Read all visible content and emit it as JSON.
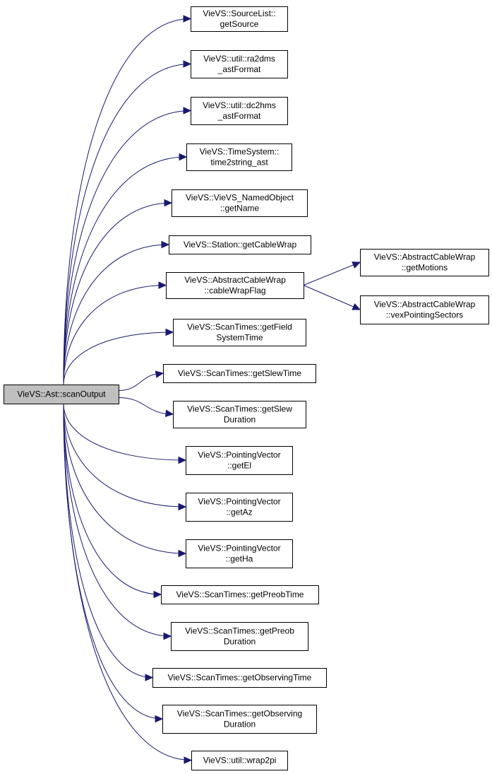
{
  "root": {
    "lines": [
      "VieVS::Ast::scanOutput"
    ]
  },
  "callees": [
    {
      "id": "n1",
      "lines": [
        "VieVS::SourceList::",
        "getSource"
      ]
    },
    {
      "id": "n2",
      "lines": [
        "VieVS::util::ra2dms",
        "_astFormat"
      ]
    },
    {
      "id": "n3",
      "lines": [
        "VieVS::util::dc2hms",
        "_astFormat"
      ]
    },
    {
      "id": "n4",
      "lines": [
        "VieVS::TimeSystem::",
        "time2string_ast"
      ]
    },
    {
      "id": "n5",
      "lines": [
        "VieVS::VieVS_NamedObject",
        "::getName"
      ]
    },
    {
      "id": "n6",
      "lines": [
        "VieVS::Station::getCableWrap"
      ]
    },
    {
      "id": "n7",
      "lines": [
        "VieVS::AbstractCableWrap",
        "::cableWrapFlag"
      ]
    },
    {
      "id": "n8",
      "lines": [
        "VieVS::ScanTimes::getField",
        "SystemTime"
      ]
    },
    {
      "id": "n9",
      "lines": [
        "VieVS::ScanTimes::getSlewTime"
      ]
    },
    {
      "id": "n10",
      "lines": [
        "VieVS::ScanTimes::getSlew",
        "Duration"
      ]
    },
    {
      "id": "n11",
      "lines": [
        "VieVS::PointingVector",
        "::getEl"
      ]
    },
    {
      "id": "n12",
      "lines": [
        "VieVS::PointingVector",
        "::getAz"
      ]
    },
    {
      "id": "n13",
      "lines": [
        "VieVS::PointingVector",
        "::getHa"
      ]
    },
    {
      "id": "n14",
      "lines": [
        "VieVS::ScanTimes::getPreobTime"
      ]
    },
    {
      "id": "n15",
      "lines": [
        "VieVS::ScanTimes::getPreob",
        "Duration"
      ]
    },
    {
      "id": "n16",
      "lines": [
        "VieVS::ScanTimes::getObservingTime"
      ]
    },
    {
      "id": "n17",
      "lines": [
        "VieVS::ScanTimes::getObserving",
        "Duration"
      ]
    },
    {
      "id": "n18",
      "lines": [
        "VieVS::util::wrap2pi"
      ]
    }
  ],
  "second_level": [
    {
      "id": "m1",
      "from": "n7",
      "lines": [
        "VieVS::AbstractCableWrap",
        "::getMotions"
      ]
    },
    {
      "id": "m2",
      "from": "n7",
      "lines": [
        "VieVS::AbstractCableWrap",
        "::vexPointingSectors"
      ]
    }
  ],
  "colors": {
    "edge": "#191970",
    "root_fill": "#bfbfbf",
    "node_fill": "#ffffff",
    "border": "#000000"
  }
}
